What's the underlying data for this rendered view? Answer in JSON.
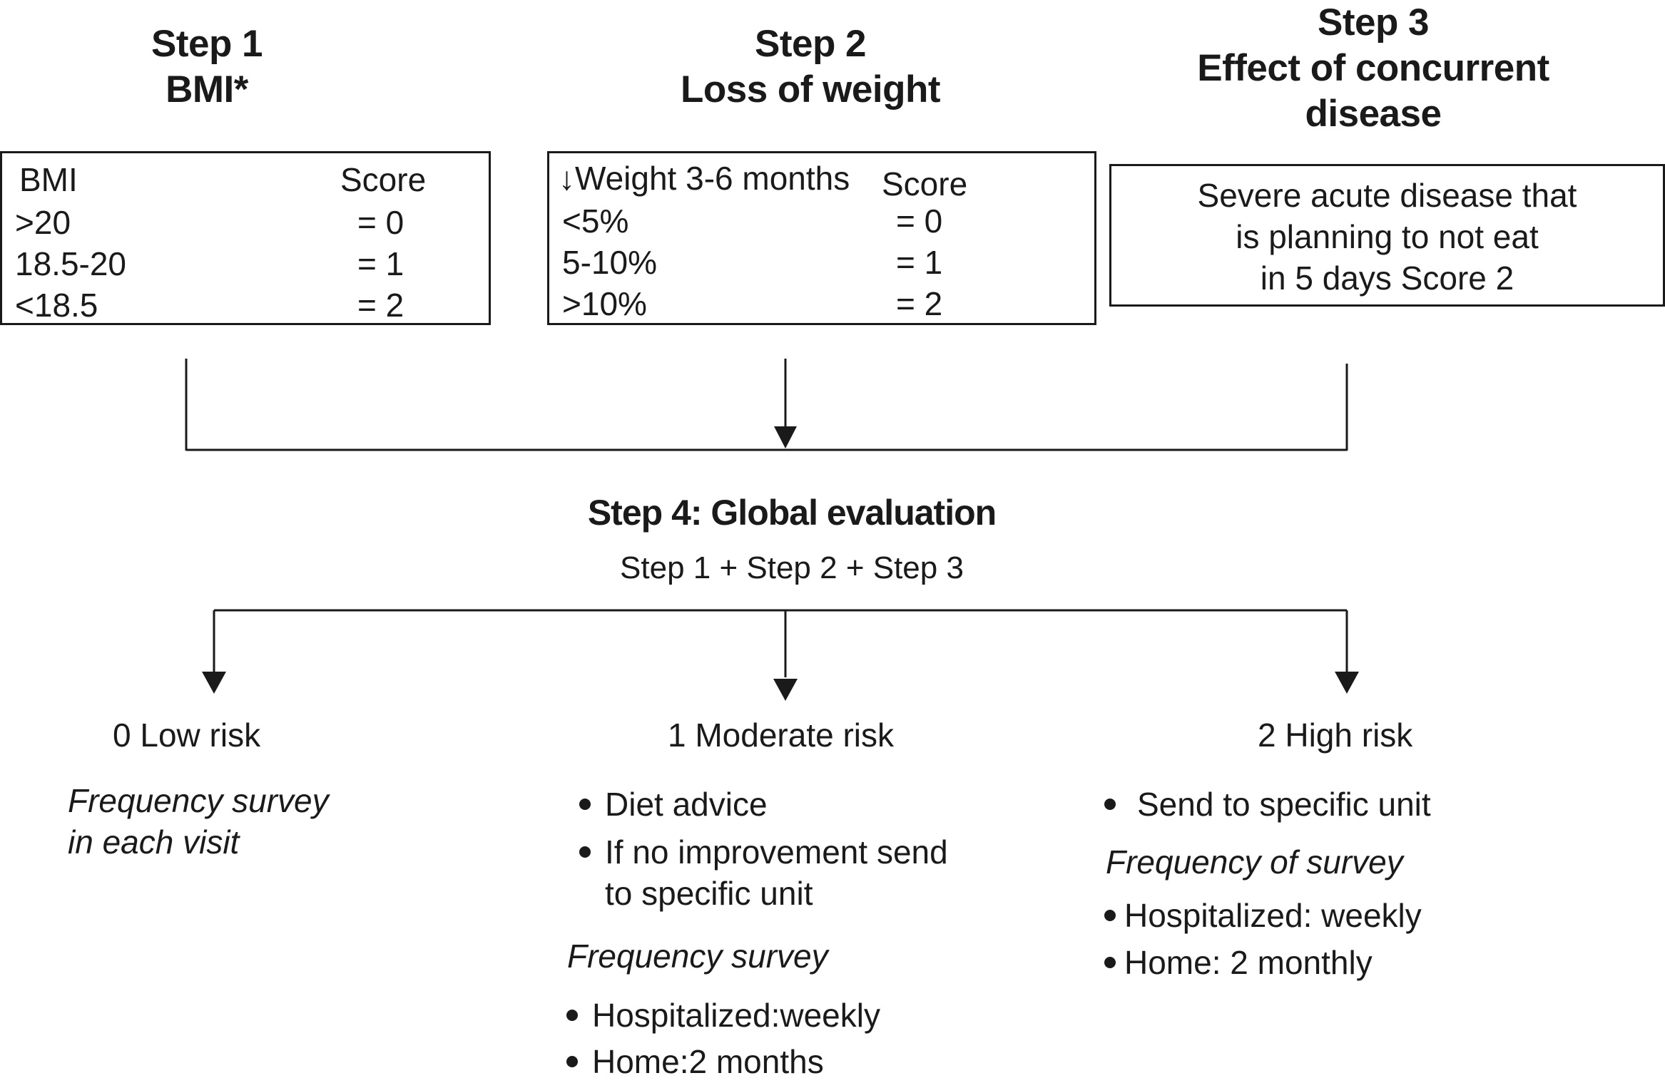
{
  "step1": {
    "title_line1": "Step 1",
    "title_line2": "BMI*",
    "header_label": "BMI",
    "header_score": "Score",
    "rows": [
      {
        "label": ">20",
        "score": "= 0"
      },
      {
        "label": "18.5-20",
        "score": "= 1"
      },
      {
        "label": "<18.5",
        "score": "= 2"
      }
    ]
  },
  "step2": {
    "title_line1": "Step 2",
    "title_line2": "Loss of weight",
    "header_label": "↓Weight 3-6 months",
    "header_score": "Score",
    "rows": [
      {
        "label": "<5%",
        "score": "= 0"
      },
      {
        "label": "5-10%",
        "score": "= 1"
      },
      {
        "label": ">10%",
        "score": "= 2"
      }
    ]
  },
  "step3": {
    "title_line1": "Step 3",
    "title_line2": "Effect of concurrent",
    "title_line3": "disease",
    "box_line1": "Severe acute disease that",
    "box_line2": "is planning to not eat",
    "box_line3": "in 5 days Score 2"
  },
  "step4": {
    "title": "Step 4: Global evaluation",
    "formula": "Step 1 + Step 2 + Step 3"
  },
  "outcomes": {
    "low": {
      "label": "0 Low risk",
      "freq_line1": "Frequency survey",
      "freq_line2": "in each visit"
    },
    "moderate": {
      "label": "1 Moderate risk",
      "bullet1": "Diet advice",
      "bullet2_line1": "If no improvement send",
      "bullet2_line2": "to specific unit",
      "freq_title": "Frequency survey",
      "freq1": "Hospitalized:weekly",
      "freq2": "Home:2 months"
    },
    "high": {
      "label": "2 High risk",
      "bullet1": "Send to specific unit",
      "freq_title": "Frequency of survey",
      "freq1": "Hospitalized: weekly",
      "freq2": "Home: 2 monthly"
    }
  }
}
